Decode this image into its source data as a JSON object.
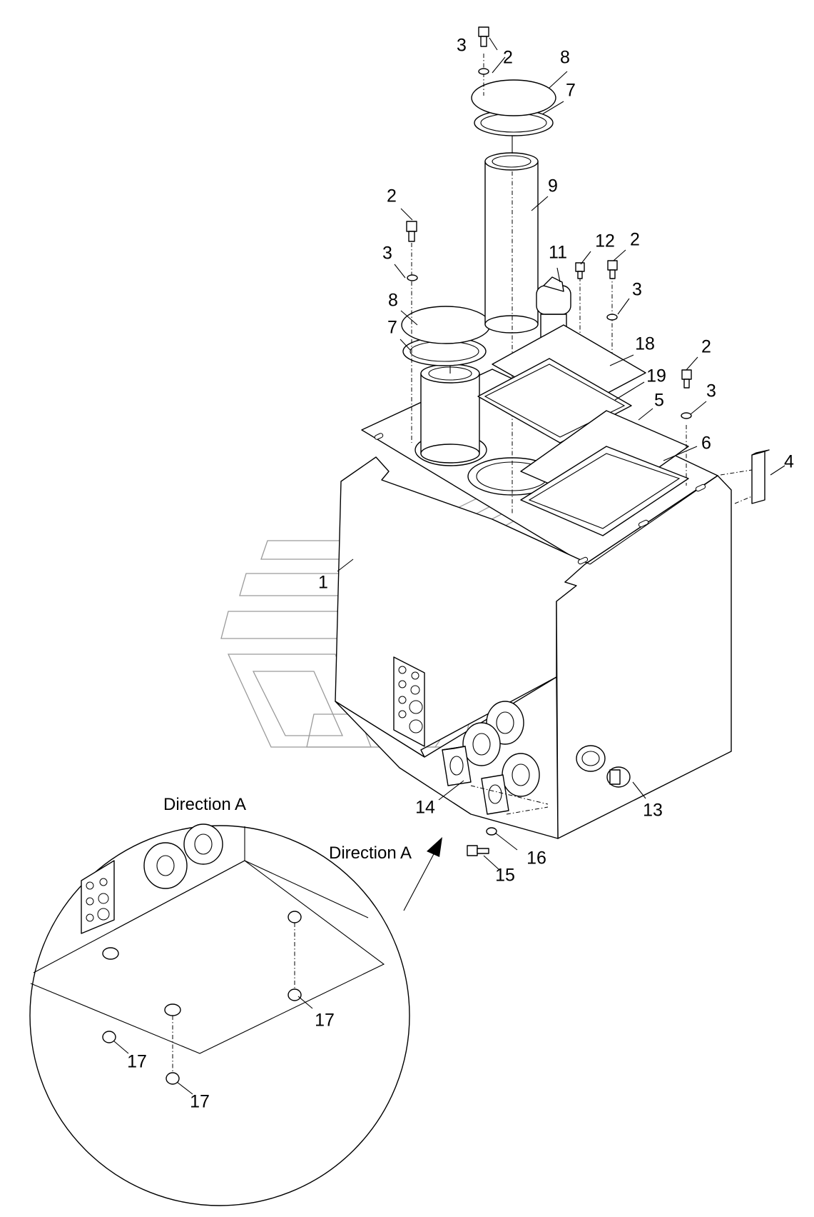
{
  "captions": {
    "direction_a_detail": "Direction A",
    "direction_a_arrow": "Direction A"
  },
  "callouts": {
    "c1": "1",
    "c2_top": "2",
    "c2_left": "2",
    "c2_mid": "2",
    "c2_right": "2",
    "c3_top": "3",
    "c3_left": "3",
    "c3_mid": "3",
    "c3_right": "3",
    "c4": "4",
    "c5": "5",
    "c6": "6",
    "c7_top": "7",
    "c7_left": "7",
    "c8_top": "8",
    "c8_left": "8",
    "c9": "9",
    "c11": "11",
    "c12": "12",
    "c13": "13",
    "c14": "14",
    "c15": "15",
    "c16": "16",
    "c17_a": "17",
    "c17_b": "17",
    "c17_c": "17",
    "c18": "18",
    "c19": "19"
  }
}
